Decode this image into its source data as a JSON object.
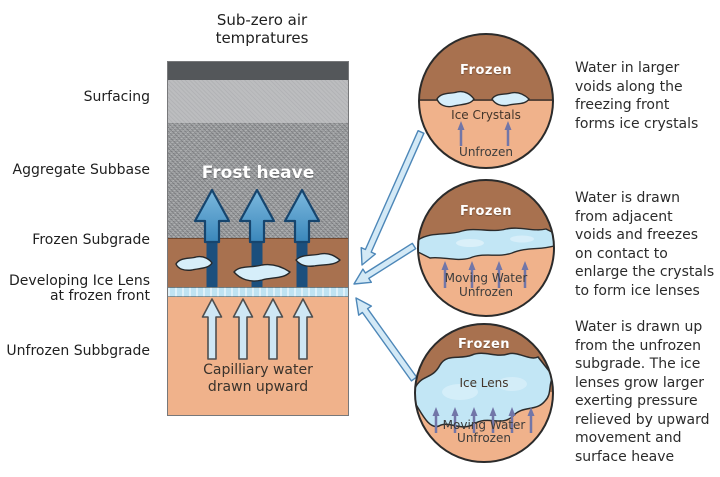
{
  "top_label": [
    "Sub-zero air",
    "tempratures"
  ],
  "left_labels": {
    "surfacing": "Surfacing",
    "aggregate": "Aggregate Subbase",
    "frozen_subgrade": "Frozen Subgrade",
    "developing_ice_lens": [
      "Developing Ice Lens",
      "at frozen front"
    ],
    "unfrozen_subgrade": "Unfrozen Subbgrade"
  },
  "column": {
    "frost_heave": "Frost heave",
    "capillary": [
      "Capilliary water",
      "drawn upward"
    ]
  },
  "insets": [
    {
      "frozen": "Frozen",
      "crystals": "Ice Crystals",
      "unfrozen": "Unfrozen",
      "desc": [
        "Water in larger",
        "voids along the",
        "freezing front",
        "forms ice crystals"
      ]
    },
    {
      "frozen": "Frozen",
      "moving": "Moving Water",
      "unfrozen": "Unfrozen",
      "desc": [
        "Water is drawn",
        "from adjacent",
        "voids and freezes",
        "on contact to",
        "enlarge the crystals",
        "to form ice lenses"
      ]
    },
    {
      "frozen": "Frozen",
      "lens": "Ice Lens",
      "moving": "Moving Water",
      "unfrozen": "Unfrozen",
      "desc": [
        "Water is drawn up",
        "from the unfrozen",
        "subgrade. The ice",
        "lenses grow larger",
        "exerting pressure",
        "relieved by upward",
        "movement and",
        "surface heave"
      ]
    }
  ],
  "colors": {
    "frozen_brown": "#a8714f",
    "unfrozen_peach": "#f0b28b",
    "ice_blue": "#c2e6f5",
    "ice_lens_band": "#bfe3f2",
    "heave_arrow_blue": "#4a97cb",
    "heave_arrow_outline": "#16456e",
    "stem_navy": "#1b4f7d",
    "moving_water_arrow": "#7276a8",
    "connector_arrow_fill": "#d3e9f6",
    "connector_arrow_stroke": "#4d87b8",
    "surfacing_gray": "#bcbdbf",
    "aggregate_gray": "#a1a3a5",
    "pavement_dark": "#54575a"
  }
}
